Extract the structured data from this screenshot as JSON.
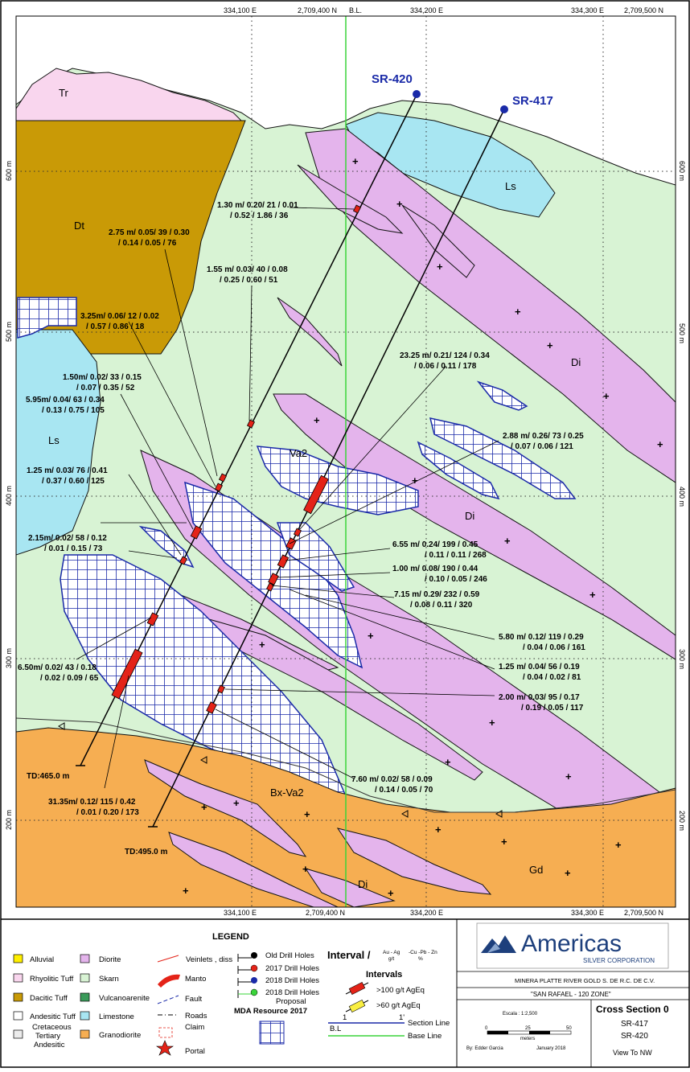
{
  "coords_top": {
    "e1": "334,100 E",
    "n1": "2,709,400 N",
    "bl": "B.L.",
    "e2": "334,200 E",
    "e3": "334,300 E",
    "n2": "2,709,500 N"
  },
  "coords_bottom": {
    "e1": "334,100 E",
    "n1": "2,709,400 N",
    "e2": "334,200 E",
    "e3": "334,300 E",
    "n2": "2,709,500 N"
  },
  "elevations": {
    "e600": "600 m",
    "e500": "500 m",
    "e400": "400 m",
    "e300": "300 m",
    "e200": "200 m"
  },
  "units": {
    "tr": "Tr",
    "dt": "Dt",
    "ls_top": "Ls",
    "ls_left": "Ls",
    "di_1": "Di",
    "di_2": "Di",
    "di_3": "Di",
    "va2": "Va2",
    "bxva2": "Bx-Va2",
    "gd": "Gd"
  },
  "holes": {
    "sr420": "SR-420",
    "sr417": "SR-417",
    "td_420": "TD:465.0 m",
    "td_417": "TD:495.0 m"
  },
  "intervals": [
    {
      "l1": "1.30 m/ 0.20/ 21 / 0.01",
      "l2": "/ 0.52 / 1.86 / 36"
    },
    {
      "l1": "2.75 m/ 0.05/ 39 / 0.30",
      "l2": "/ 0.14 / 0.05 / 76"
    },
    {
      "l1": "1.55 m/ 0.03/ 40 / 0.08",
      "l2": "/ 0.25 / 0.60 / 51"
    },
    {
      "l1": "3.25m/ 0.06/ 12 / 0.02",
      "l2": "/ 0.57 / 0.86 / 18"
    },
    {
      "l1": "1.50m/ 0.02/ 33 / 0.15",
      "l2": "/ 0.07 / 0.35 / 52"
    },
    {
      "l1": "5.95m/ 0.04/ 63 / 0.34",
      "l2": "/ 0.13 / 0.75 / 105"
    },
    {
      "l1": "23.25 m/ 0.21/ 124 / 0.34",
      "l2": "/ 0.06 / 0.11 / 178"
    },
    {
      "l1": "2.88 m/ 0.26/ 73 / 0.25",
      "l2": "/ 0.07 / 0.06 / 121"
    },
    {
      "l1": "1.25 m/ 0.03/ 76 / 0.41",
      "l2": "/ 0.37 / 0.60 / 125"
    },
    {
      "l1": "2.15m/ 0.02/ 58 / 0.12",
      "l2": "/ 0.01 / 0.15 / 73"
    },
    {
      "l1": "6.55 m/ 0.24/ 199 / 0.45",
      "l2": "/ 0.11 / 0.11 / 268"
    },
    {
      "l1": "1.00 m/ 0.08/ 190 / 0.44",
      "l2": "/ 0.10 / 0.05 / 246"
    },
    {
      "l1": "7.15 m/ 0.29/ 232 / 0.59",
      "l2": "/ 0.08 / 0.11 / 320"
    },
    {
      "l1": "5.80 m/ 0.12/ 119 / 0.29",
      "l2": "/ 0.04 / 0.06 / 161"
    },
    {
      "l1": "1.25 m/ 0.04/ 56 / 0.19",
      "l2": "/ 0.04 / 0.02 / 81"
    },
    {
      "l1": "6.50m/ 0.02/ 43 / 0.18",
      "l2": "/ 0.02 / 0.09 / 65"
    },
    {
      "l1": "2.00 m/ 0.03/ 95 / 0.17",
      "l2": "/ 0.19 / 0.05 / 117"
    },
    {
      "l1": "7.60 m/ 0.02/ 58 / 0.09",
      "l2": "/ 0.14 / 0.05 / 70"
    },
    {
      "l1": "31.35m/ 0.12/ 115 / 0.42",
      "l2": "/ 0.01 / 0.20 / 173"
    }
  ],
  "legend": {
    "title": "LEGEND",
    "lith": {
      "alluvial": "Alluvial",
      "rhyolitic": "Rhyolitic Tuff",
      "dacitic": "Dacitic Tuff",
      "andesitic": "Andesitic Tuff",
      "cret1": "Cretaceous",
      "cret2": "Tertiary",
      "cret3": "Andesitic",
      "diorite": "Diorite",
      "skarn": "Skarn",
      "vulcano": "Vulcanoarenite",
      "limestone": "Limestone",
      "granodiorite": "Granodiorite"
    },
    "struct": {
      "veinlets": "Veinlets , diss",
      "manto": "Manto",
      "fault": "Fault",
      "roads": "Roads",
      "claim": "Claim",
      "portal": "Portal",
      "mda": "MDA Resource  2017"
    },
    "drill": {
      "old": "Old Drill Holes",
      "y2017": "2017 Drill Holes",
      "y2018": "2018 Drill Holes",
      "y2018p1": "2018 Drill Holes",
      "y2018p2": "Proposal"
    },
    "interval_title": "Interval /",
    "interval_keys": {
      "a1": "Au - Ag",
      "a2": "g/t",
      "c1": "-Cu -Pb - Zn",
      "c2": "%"
    },
    "intervals_title": "Intervals",
    "int100": ">100 g/t AgEq",
    "int60": ">60 g/t AgEq",
    "sec_a": "1",
    "sec_b": "1'",
    "section_line": "Section Line",
    "bl": "B.L",
    "base_line": "Base Line"
  },
  "company": {
    "name": "Americas",
    "sub": "SILVER CORPORATION",
    "entity": "MINERA PLATTE RIVER GOLD S. DE R.C. DE C.V.",
    "project": "\"SAN RAFAEL - 120  ZONE\"",
    "scale": "Escala : 1:2,500",
    "s0": "0",
    "s25": "25",
    "s50": "50",
    "meters": "meters",
    "author": "By: Edder Garcia",
    "date": "January 2018",
    "section": "Cross Section 0",
    "h1": "SR-417",
    "h2": "SR-420",
    "view": "View To NW"
  },
  "colors": {
    "skarn": "#d8f3d4",
    "dacitic": "#c99a06",
    "limestone": "#a8e6f2",
    "diorite": "#e4b4ec",
    "rhyolitic": "#f9d6ee",
    "granodiorite": "#f6ae52",
    "grid": "#1a2aa8",
    "intervals_red": "#e42318",
    "baseline": "#3ad43a"
  }
}
